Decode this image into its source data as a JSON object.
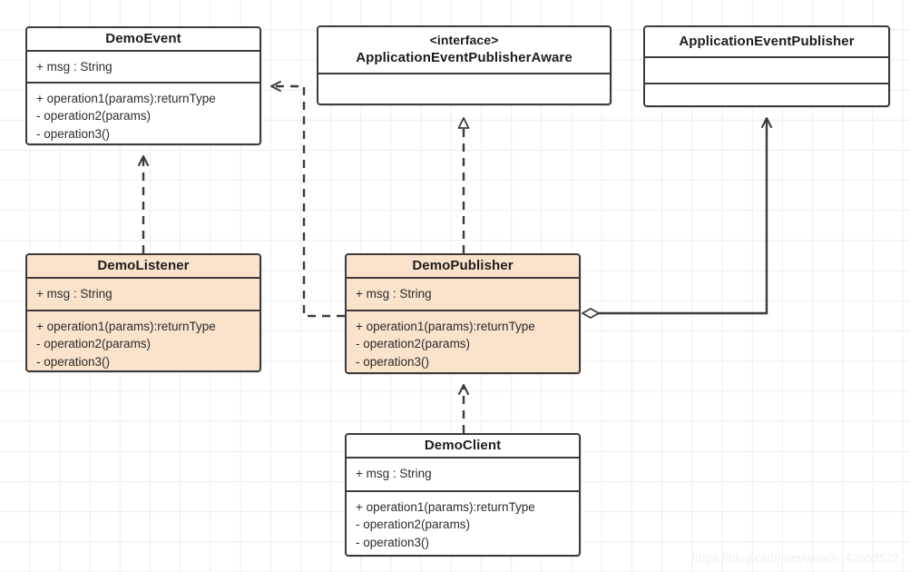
{
  "diagram": {
    "type": "uml-class-diagram",
    "background": "#ffffff",
    "grid_color": "#ededed",
    "accent_fill": "#fae2cb",
    "line_color": "#3b3b3b",
    "watermark": "https://blog.csdn.net/weixin_42653522"
  },
  "classes": {
    "demo_event": {
      "name": "DemoEvent",
      "stereotype": "",
      "fill": "#ffffff",
      "attributes": [
        "+ msg : String"
      ],
      "operations": [
        "+ operation1(params):returnType",
        "- operation2(params)",
        "- operation3()"
      ]
    },
    "publisher_aware": {
      "name": "ApplicationEventPublisherAware",
      "stereotype": "<interface>",
      "fill": "#ffffff",
      "attributes": [],
      "operations": []
    },
    "event_publisher": {
      "name": "ApplicationEventPublisher",
      "stereotype": "",
      "fill": "#ffffff",
      "attributes": [],
      "operations": []
    },
    "demo_listener": {
      "name": "DemoListener",
      "stereotype": "",
      "fill": "#fae2cb",
      "attributes": [
        "+ msg : String"
      ],
      "operations": [
        "+ operation1(params):returnType",
        "- operation2(params)",
        "- operation3()"
      ]
    },
    "demo_publisher": {
      "name": "DemoPublisher",
      "stereotype": "",
      "fill": "#fae2cb",
      "attributes": [
        "+ msg : String"
      ],
      "operations": [
        "+ operation1(params):returnType",
        "- operation2(params)",
        "- operation3()"
      ]
    },
    "demo_client": {
      "name": "DemoClient",
      "stereotype": "",
      "fill": "#ffffff",
      "attributes": [
        "+ msg : String"
      ],
      "operations": [
        "+ operation1(params):returnType",
        "- operation2(params)",
        "- operation3()"
      ]
    }
  },
  "relationships": [
    {
      "id": "publisher-to-event",
      "from": "DemoPublisher",
      "to": "DemoEvent",
      "kind": "dependency",
      "style": "dashed",
      "arrowhead": "open-arrow"
    },
    {
      "id": "listener-to-event",
      "from": "DemoListener",
      "to": "DemoEvent",
      "kind": "dependency",
      "style": "dashed",
      "arrowhead": "open-arrow"
    },
    {
      "id": "publisher-to-publisheraware",
      "from": "DemoPublisher",
      "to": "ApplicationEventPublisherAware",
      "kind": "realization",
      "style": "dashed",
      "arrowhead": "hollow-triangle"
    },
    {
      "id": "client-to-publisher",
      "from": "DemoClient",
      "to": "DemoPublisher",
      "kind": "dependency",
      "style": "dashed",
      "arrowhead": "open-arrow"
    },
    {
      "id": "publisher-to-eventpublisher",
      "from": "DemoPublisher",
      "to": "ApplicationEventPublisher",
      "kind": "aggregation",
      "style": "solid",
      "arrowhead": "open-arrow",
      "tail": "hollow-diamond"
    }
  ]
}
